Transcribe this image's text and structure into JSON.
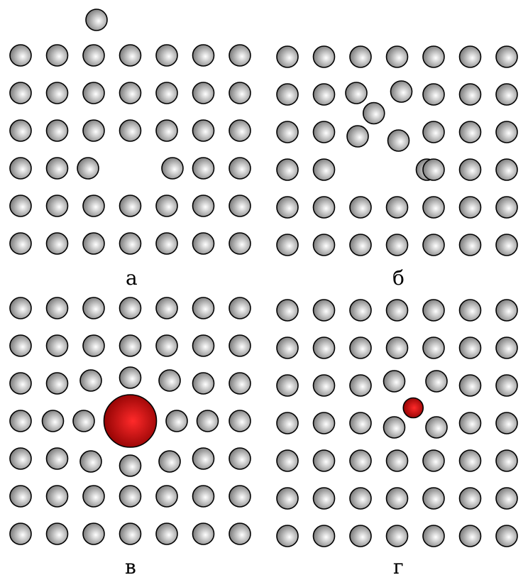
{
  "panels": [
    {
      "label": "а",
      "lattice": "silver",
      "defect": "vacancy",
      "rows": 6,
      "cols": 7,
      "missing": [
        [
          3,
          3
        ]
      ],
      "extra_atom": {
        "row": -1,
        "col": 2
      }
    },
    {
      "label": "б",
      "lattice": "silver",
      "defect": "interstitial",
      "rows": 6,
      "cols": 7,
      "missing": [
        [
          3,
          2
        ]
      ],
      "interstitial": {
        "row": 1.5,
        "col": 2.5
      }
    },
    {
      "label": "в",
      "lattice": "silver",
      "defect": "substitutional-large",
      "rows": 7,
      "cols": 7,
      "impurity": {
        "row": 3,
        "col": 3,
        "color": "#d40000"
      }
    },
    {
      "label": "г",
      "lattice": "silver",
      "defect": "interstitial-small",
      "rows": 7,
      "cols": 7,
      "impurity": {
        "row": 2.5,
        "col": 3.5,
        "color": "#d40000"
      }
    }
  ],
  "colors": {
    "atom_light": "#ffffff",
    "atom_dark": "#7a7a7a",
    "impurity_light": "#ff2a2a",
    "impurity_dark": "#8a0000"
  }
}
